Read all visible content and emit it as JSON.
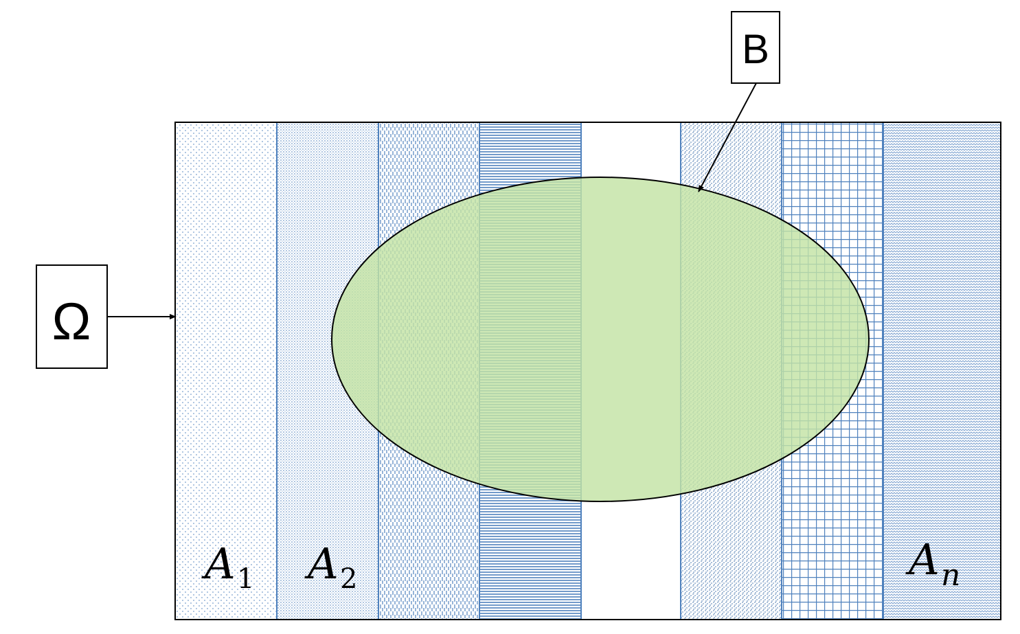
{
  "labels": {
    "omega": "Ω",
    "b": "B",
    "a1": {
      "base": "A",
      "sub": "1"
    },
    "a2": {
      "base": "A",
      "sub": "2"
    },
    "an": {
      "base": "A",
      "sub": "n"
    }
  },
  "colors": {
    "partition_stroke": "#4f81bd",
    "pattern": "#4f81bd",
    "ellipse_fill": "#c3e3a5",
    "outline": "#000000"
  }
}
